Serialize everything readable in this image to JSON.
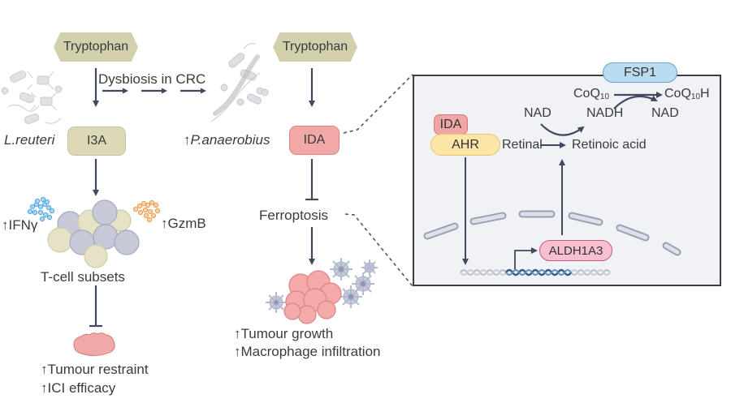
{
  "left_pathway": {
    "precursor": "Tryptophan",
    "bacterium": "L.reuteri",
    "metabolite": "I3A",
    "cytokine_left": "↑IFNγ",
    "cytokine_right": "↑GzmB",
    "cells_label": "T-cell subsets",
    "outcomes": [
      "↑Tumour restraint",
      "↑ICI efficacy"
    ]
  },
  "transition": {
    "label": "Dysbiosis in CRC"
  },
  "middle_pathway": {
    "precursor": "Tryptophan",
    "bacterium": "↑P.anaerobius",
    "metabolite": "IDA",
    "process": "Ferroptosis",
    "outcomes": [
      "↑Tumour growth",
      "↑Macrophage infiltration"
    ]
  },
  "mechanism_panel": {
    "enzyme_top": "FSP1",
    "coq_left": "CoQ",
    "coq_left_sub": "10",
    "coq_right": "CoQ",
    "coq_right_sub": "10",
    "coq_right_suffix": "H",
    "nad_left": "NAD",
    "nadh": "NADH",
    "nad_right": "NAD",
    "ligand": "IDA",
    "receptor": "AHR",
    "retinal": "Retinal",
    "retinoic_acid": "Retinoic acid",
    "gene": "ALDH1A3"
  },
  "colors": {
    "arrow": "#3d4a60",
    "tryptophan": "#d3d0ad",
    "ida": "#f1a8a6",
    "ahr": "#fbe6a8",
    "fsp1": "#b9dcf0",
    "aldh1a3": "#f7bfd0",
    "panel_bg": "#f1f2f6",
    "ifng": "#5fb3e6",
    "gzmb": "#f3a35a",
    "tumour": "#f1a3a3"
  }
}
